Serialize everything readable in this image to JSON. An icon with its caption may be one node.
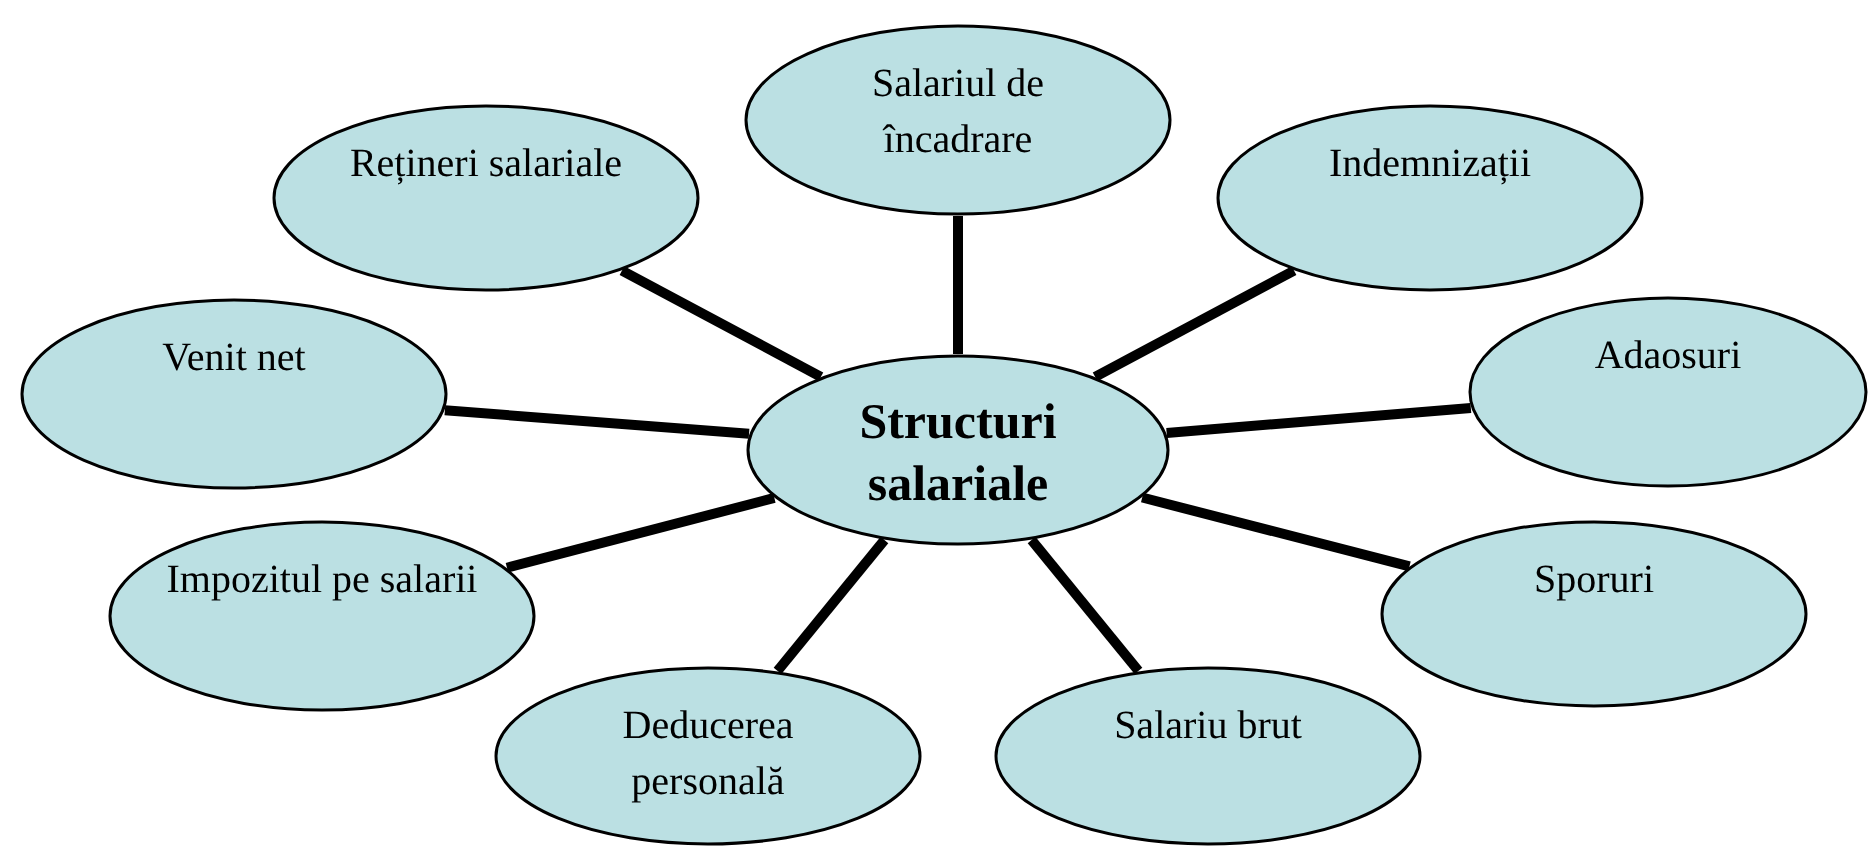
{
  "diagram": {
    "nodes": [
      {
        "text": [
          "Structuri salariale"
        ]
      },
      {
        "text": [
          "Salariul de încadrare"
        ]
      },
      {
        "text": [
          "Indemnizații"
        ]
      },
      {
        "text": [
          "Adaosuri"
        ]
      },
      {
        "text": [
          "Sporuri"
        ]
      },
      {
        "text": [
          "Salariu brut"
        ]
      },
      {
        "text": [
          "Deducerea personală"
        ]
      },
      {
        "text": [
          "Impozitul pe salarii"
        ]
      },
      {
        "text": [
          "Venit net"
        ]
      },
      {
        "text": [
          "Rețineri salariale"
        ]
      }
    ],
    "edges": [
      {
        "from": 0,
        "to": 1,
        "arrow": "none"
      },
      {
        "from": 0,
        "to": 2,
        "arrow": "none"
      },
      {
        "from": 0,
        "to": 3,
        "arrow": "none"
      },
      {
        "from": 0,
        "to": 4,
        "arrow": "none"
      },
      {
        "from": 0,
        "to": 5,
        "arrow": "none"
      },
      {
        "from": 0,
        "to": 6,
        "arrow": "none"
      },
      {
        "from": 0,
        "to": 7,
        "arrow": "none"
      },
      {
        "from": 0,
        "to": 8,
        "arrow": "none"
      },
      {
        "from": 0,
        "to": 9,
        "arrow": "none"
      }
    ]
  }
}
